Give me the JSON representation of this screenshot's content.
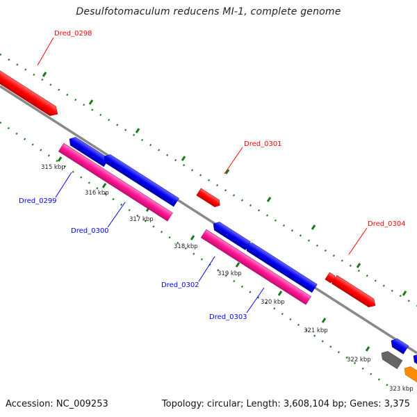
{
  "title": "Desulfotomaculum reducens MI-1, complete genome",
  "footer": {
    "accession": "Accession: NC_009253",
    "summary": "Topology: circular; Length: 3,608,104 bp; Genes: 3,375"
  },
  "colors": {
    "forward_cds": "#ff0000",
    "reverse_cds": "#0000ee",
    "rna": "#ff1493",
    "other": "#666666",
    "orange": "#ff8c00",
    "tick": "#1a7a1a",
    "backbone": "#888888"
  },
  "ticks": [
    "315 kbp",
    "316 kbp",
    "317 kbp",
    "318 kbp",
    "319 kbp",
    "320 kbp",
    "321 kbp",
    "322 kbp",
    "323 kbp"
  ],
  "gene_labels": {
    "g0298": "Dred_0298",
    "g0299": "Dred_0299",
    "g0300": "Dred_0300",
    "g0301": "Dred_0301",
    "g0302": "Dred_0302",
    "g0303": "Dred_0303",
    "g0304": "Dred_0304"
  }
}
